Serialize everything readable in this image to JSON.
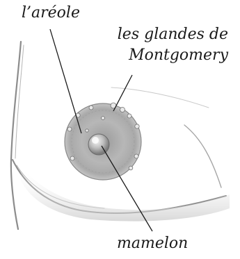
{
  "labels": {
    "areole": "l’aréole",
    "glandes_line1": "les glandes de",
    "glandes_line2": "Montgomery",
    "mamelon": "mamelon"
  }
}
